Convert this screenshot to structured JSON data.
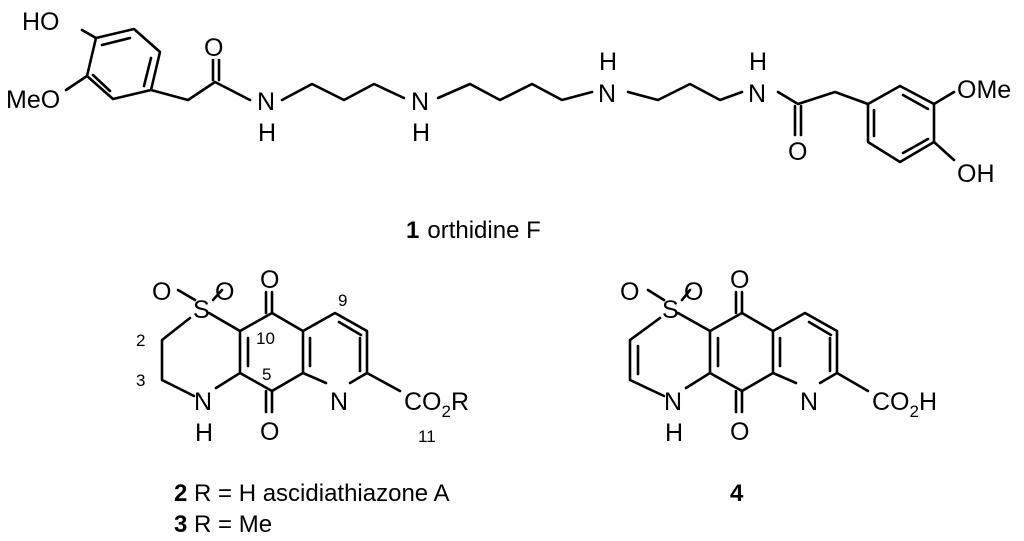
{
  "compound1": {
    "atoms": {
      "ho": "HO",
      "meo": "MeO",
      "o_left": "O",
      "nh_left_n": "N",
      "nh_left_h": "H",
      "nh_mid1_n": "N",
      "nh_mid1_h": "H",
      "nh_mid2_n": "N",
      "nh_mid2_h": "H",
      "nh_right_n": "N",
      "nh_right_h": "H",
      "o_right": "O",
      "ome": "OMe",
      "oh": "OH"
    },
    "caption": {
      "number": "1",
      "name": "orthidine F"
    }
  },
  "compound23": {
    "atoms": {
      "o1": "O",
      "s": "S",
      "o2": "O",
      "o_top": "O",
      "o_bottom": "O",
      "nh_n": "N",
      "nh_h": "H",
      "n_pyr": "N",
      "co2r": "CO",
      "co2r_sub": "2",
      "co2r_r": "R"
    },
    "numbers": {
      "n2": "2",
      "n3": "3",
      "n5": "5",
      "n9": "9",
      "n10": "10",
      "n11": "11"
    },
    "caption_a": {
      "number": "2",
      "text": " R = H ascidiathiazone A"
    },
    "caption_b": {
      "number": "3",
      "text": " R = Me"
    }
  },
  "compound4": {
    "atoms": {
      "o1": "O",
      "s": "S",
      "o2": "O",
      "o_top": "O",
      "o_bottom": "O",
      "nh_n": "N",
      "nh_h": "H",
      "n_pyr": "N",
      "co2h": "CO",
      "co2h_sub": "2",
      "co2h_h": "H"
    },
    "caption": {
      "number": "4"
    }
  }
}
